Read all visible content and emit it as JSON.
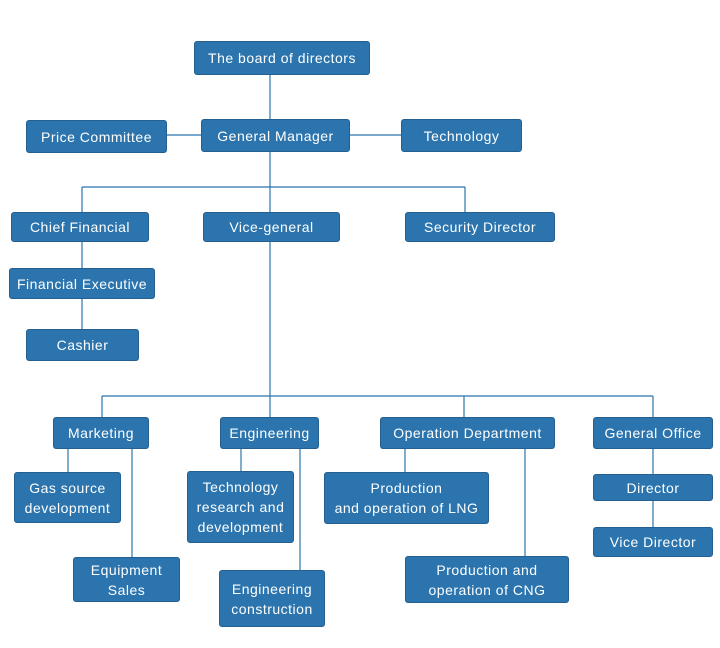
{
  "colors": {
    "node_fill": "#2b74ad",
    "connector": "#2b74ad",
    "text": "#ffffff",
    "background": "#ffffff"
  },
  "nodes": {
    "board": "The board of directors",
    "price_committee": "Price Committee",
    "general_manager": "General Manager",
    "technology": "Technology",
    "chief_financial": "Chief Financial",
    "vice_general": "Vice-general",
    "security_director": "Security Director",
    "financial_executive": "Financial Executive",
    "cashier": "Cashier",
    "marketing": "Marketing",
    "engineering": "Engineering",
    "operation_department": "Operation Department",
    "general_office": "General Office",
    "gas_source_development": "Gas source\ndevelopment",
    "equipment_sales": "Equipment\nSales",
    "technology_rnd": "Technology\nresearch and\ndevelopment",
    "engineering_construction": "Engineering\nconstruction",
    "production_lng": "Production\nand operation of LNG",
    "production_cng": "Production and\noperation of CNG",
    "director": "Director",
    "vice_director": "Vice Director"
  }
}
